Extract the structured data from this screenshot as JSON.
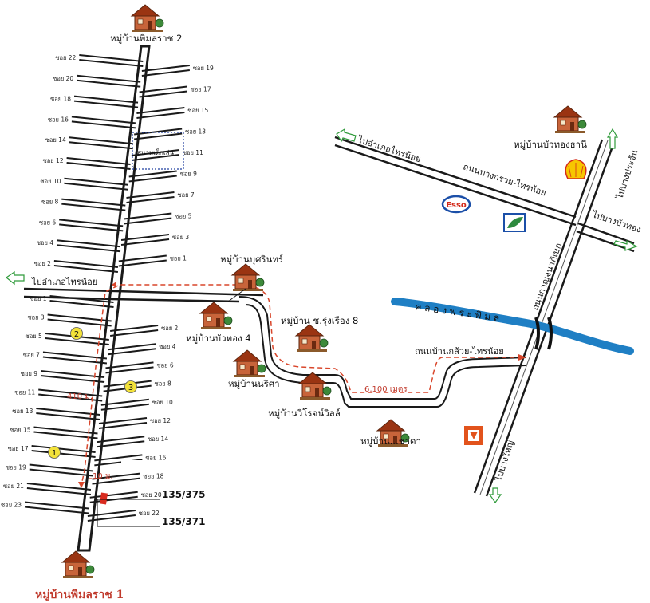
{
  "villages": {
    "pimonrat2": "หมู่บ้านพิมลราช 2",
    "pimonrat1": "หมู่บ้านพิมลราช 1",
    "buasarin": "หมู่บ้านบุศรินทร์",
    "buathong4": "หมู่บ้านบัวทอง 4",
    "chorungrueang8": "หมู่บ้าน ช.รุ่งเรือง 8",
    "narisa": "หมู่บ้านนริศา",
    "wiroj": "หมู่บ้านวิโรจน์วิลล์",
    "pakada": "หมู่บ้าน...ชาดา",
    "buathongthani": "หมู่บ้านบัวทองธานี"
  },
  "roads": {
    "to_sainoi_left": "ไปอำเภอไทรน้อย",
    "to_sainoi_top": "ไปอำเภอไทรน้อย",
    "bangkruai_sainoi": "ถนนบางกรวย-ไทรน้อย",
    "bankluai_sainoi": "ถนนบ้านกล้วย-ไทรน้อย",
    "kanchanaphisek": "ถนนกาญจนาภิเษก",
    "to_bangpracan": "ไปบางประจัน",
    "to_bangbuathong": "ไปบางบัวทอง",
    "to_bangyai": "ไปบางใหญ่"
  },
  "canal": "ค ล อ ง พ ร ะ พิ ม ล",
  "playground": "สนามเด็กเล่น",
  "distances": {
    "main": "6,100 เมตร",
    "side": "410 ม.",
    "short": "10 ม."
  },
  "addresses": {
    "a1": "135/375",
    "a2": "135/371"
  },
  "markers": [
    "1",
    "2",
    "3"
  ],
  "sois_upper_left": [
    "ซอย 22",
    "ซอย 20",
    "ซอย 18",
    "ซอย 16",
    "ซอย 14",
    "ซอย 12",
    "ซอย 10",
    "ซอย 8",
    "ซอย 6",
    "ซอย 4",
    "ซอย 2"
  ],
  "sois_upper_right": [
    "ซอย 19",
    "ซอย 17",
    "ซอย 15",
    "ซอย 13",
    "ซอย 11",
    "ซอย 9",
    "ซอย 7",
    "ซอย 5",
    "ซอย 3",
    "ซอย 1"
  ],
  "sois_lower_left": [
    "ซอย 1",
    "ซอย 3",
    "ซอย 5",
    "ซอย 7",
    "ซอย 9",
    "ซอย 11",
    "ซอย 13",
    "ซอย 15",
    "ซอย 17",
    "ซอย 19",
    "ซอย 21",
    "ซอย 23"
  ],
  "sois_lower_right": [
    "ซอย 2",
    "ซอย 4",
    "ซอย 6",
    "ซอย 8",
    "ซอย 10",
    "ซอย 12",
    "ซอย 14",
    "ซอย 16",
    "ซอย 18",
    "ซอย 20",
    "ซอย 22"
  ],
  "brands": {
    "esso": "Esso"
  },
  "colors": {
    "road": "#1a1a1a",
    "canal": "#1f7fc4",
    "route": "#d9462b",
    "house_roof": "#a0401a",
    "marker": "#f3e23a",
    "shell": "#f7c600",
    "store": "#e2531c",
    "esso": "#1b4fa8",
    "arrow": "#2f9a3a"
  }
}
